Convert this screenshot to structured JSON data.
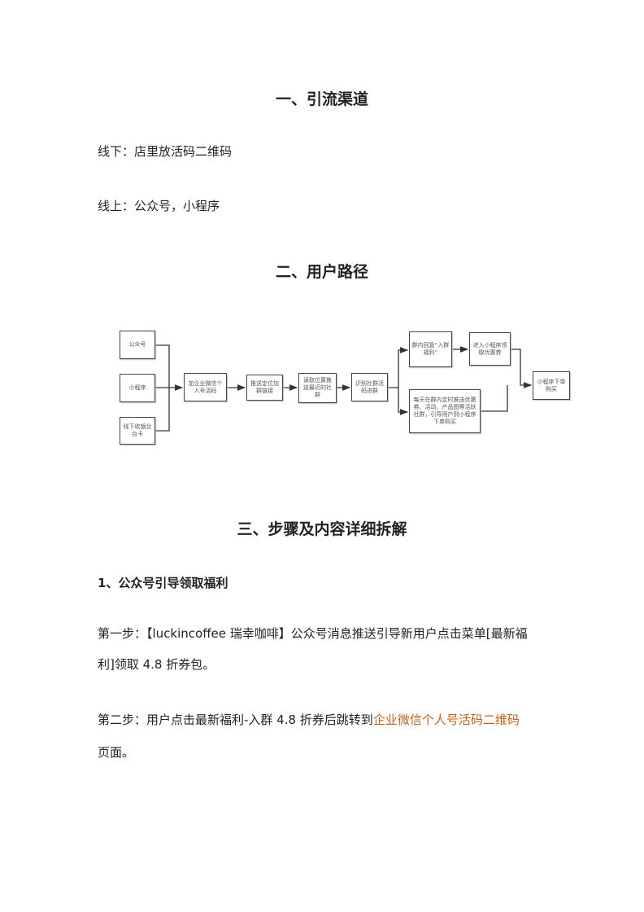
{
  "sections": {
    "s1": "一、引流渠道",
    "s2": "二、用户路径",
    "s3": "三、步骤及内容详细拆解"
  },
  "channels": {
    "offline": "线下：店里放活码二维码",
    "online": "线上：公众号，小程序"
  },
  "diagram": {
    "gzh": "公众号",
    "xcx": "小程序",
    "offline": "线下收银台台卡",
    "add_wechat": "加企业微信个人号活码",
    "push_loc": "推送定位加群链接",
    "read_loc": "读取位置推送最近的社群",
    "scan": "识别社群活码进群",
    "reply": "群内回复“入群福利”",
    "enter_mini": "进入小程序领取优惠券",
    "daily": "每天在群内定时推送优惠券、活动、产品图等活跃社群，引导用户到小程序下单购买",
    "buy": "小程序下单购买"
  },
  "step_section": {
    "title": "1、公众号引导领取福利",
    "step1_line1": "第一步：【luckincoffee 瑞幸咖啡】公众号消息推送引导新用户点击菜单[最新福",
    "step1_line2": "利]领取 4.8 折券包。",
    "step2_prefix": "第二步：用户点击最新福利-入群 4.8 折券后跳转到",
    "step2_link": "企业微信个人号活码二维码",
    "step2_line2": "页面。"
  }
}
